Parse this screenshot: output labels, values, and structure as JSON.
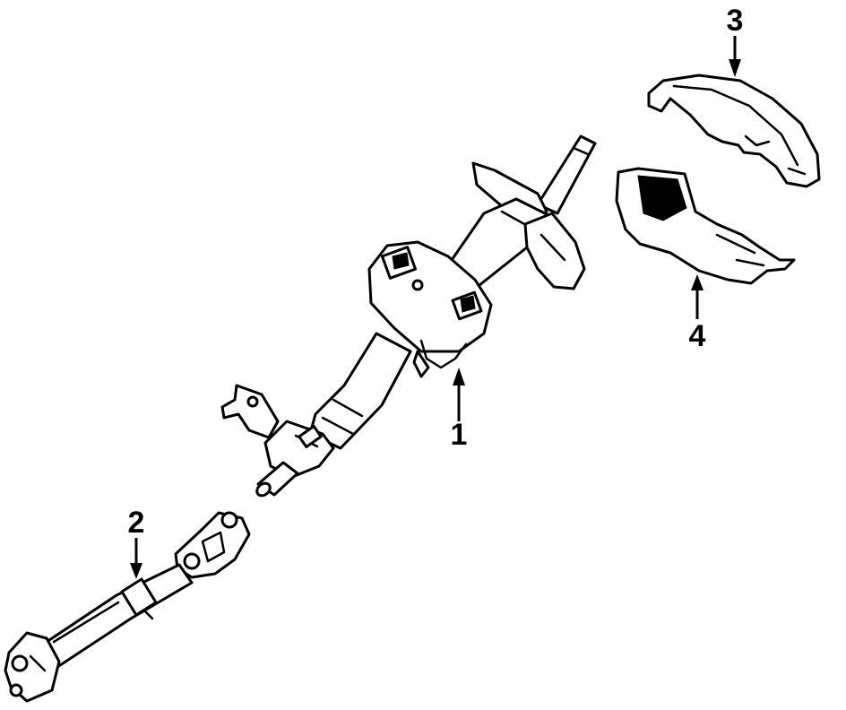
{
  "callouts": {
    "c1": {
      "label": "1"
    },
    "c2": {
      "label": "2"
    },
    "c3": {
      "label": "3"
    },
    "c4": {
      "label": "4"
    }
  },
  "colors": {
    "ink": "#000000",
    "paper": "#ffffff"
  }
}
